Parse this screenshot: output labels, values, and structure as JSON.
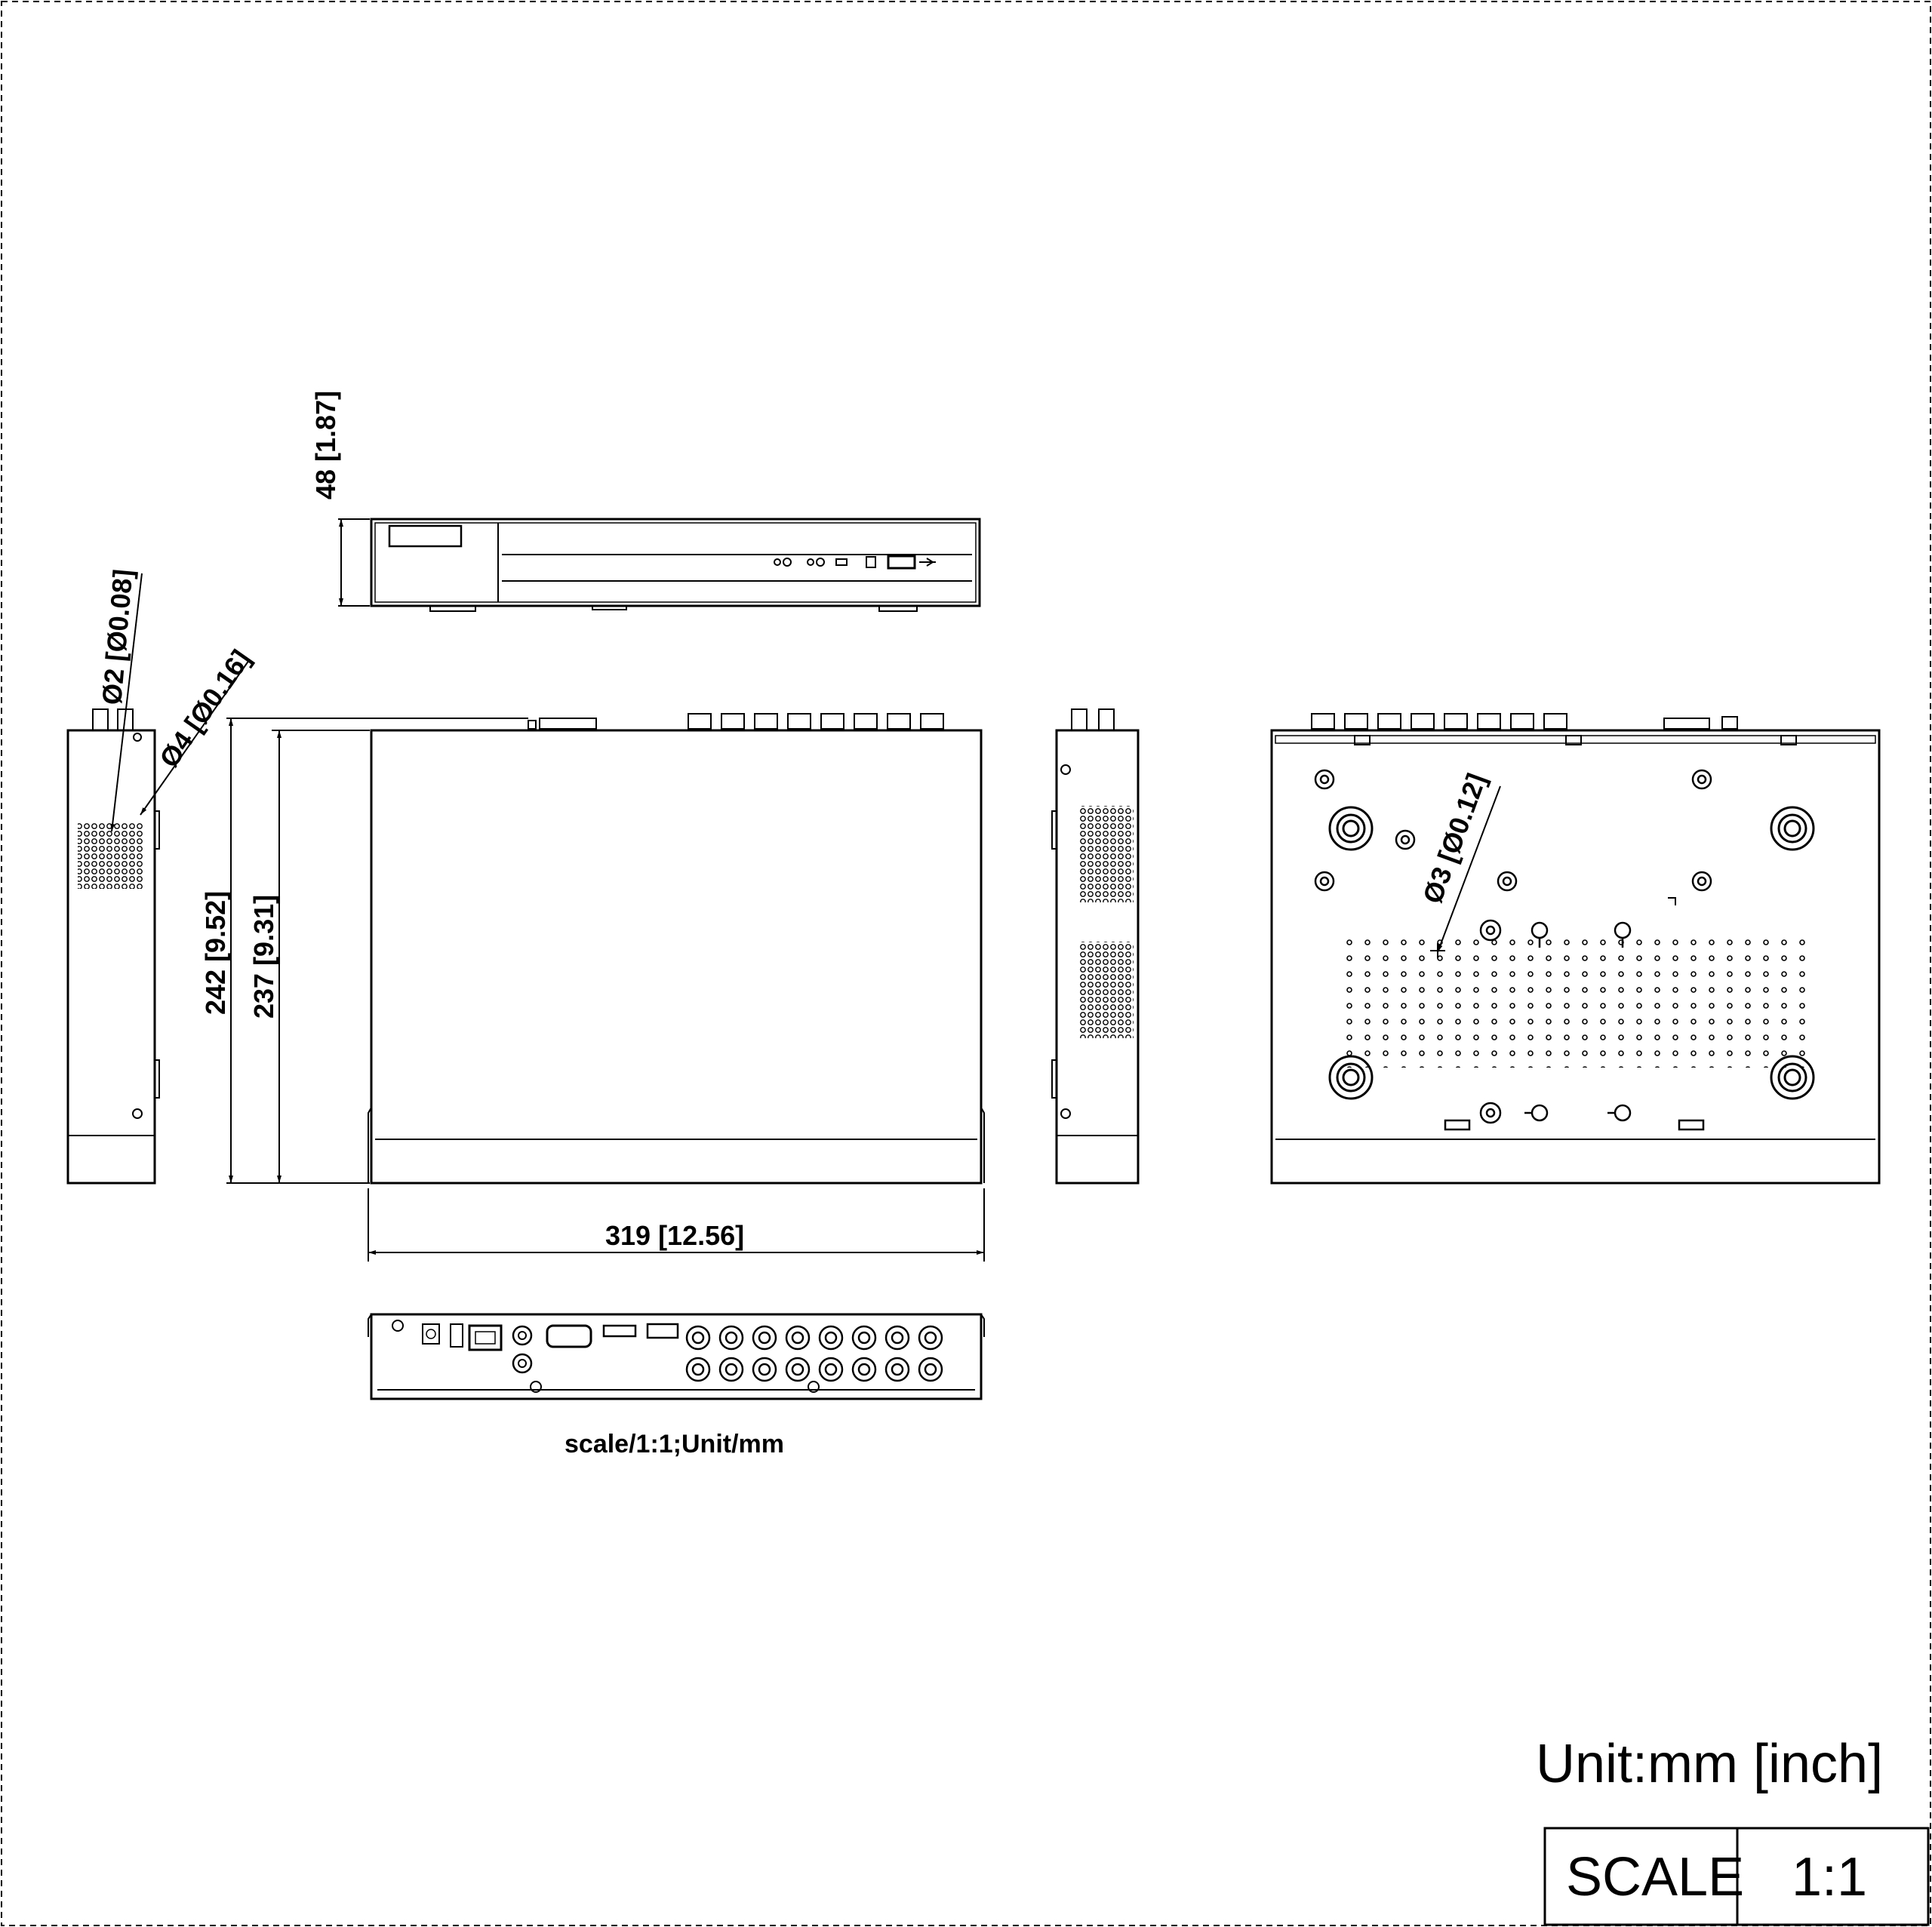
{
  "dimensions": {
    "height": "48 [1.87]",
    "depth_overall": "242 [9.52]",
    "depth_body": "237 [9.31]",
    "width": "319 [12.56]",
    "hole_small": "Ø2 [Ø0.08]",
    "hole_side": "Ø4 [Ø0.16]",
    "hole_bottom": "Ø3 [Ø0.12]"
  },
  "caption": "scale/1:1;Unit/mm",
  "unit_note": "Unit:mm [inch]",
  "scale_box": {
    "label": "SCALE",
    "value": "1:1"
  },
  "colors": {
    "line": "#000000",
    "background": "#ffffff"
  }
}
